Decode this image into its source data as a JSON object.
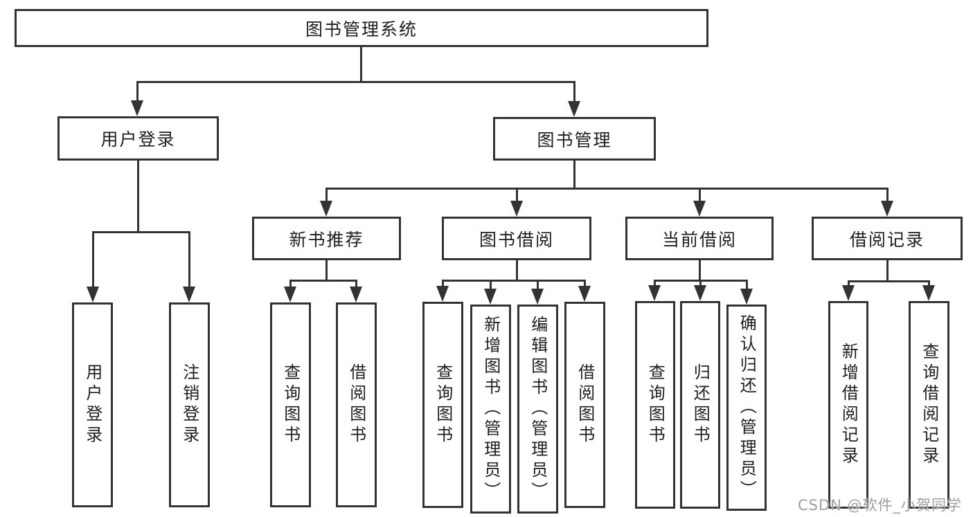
{
  "diagram": {
    "root": "图书管理系统",
    "l2": [
      "用户登录",
      "图书管理"
    ],
    "l3": [
      "新书推荐",
      "图书借阅",
      "当前借阅",
      "借阅记录"
    ],
    "leaf": {
      "user": [
        "用户登录",
        "注销登录"
      ],
      "newbook": [
        "查询图书",
        "借阅图书"
      ],
      "borrow": [
        "查询图书",
        "新增图书（管理员）",
        "编辑图书（管理员）",
        "借阅图书"
      ],
      "current": [
        "查询图书",
        "归还图书",
        "确认归还（管理员）"
      ],
      "record": [
        "新增借阅记录",
        "查询借阅记录"
      ]
    }
  },
  "watermark": {
    "text": "CSDN @软件_小贺同学"
  },
  "colors": {
    "line": "#333333",
    "border": "#333333",
    "text": "#1e1e1e",
    "background": "#ffffff",
    "watermark": "#9e9e9e"
  }
}
